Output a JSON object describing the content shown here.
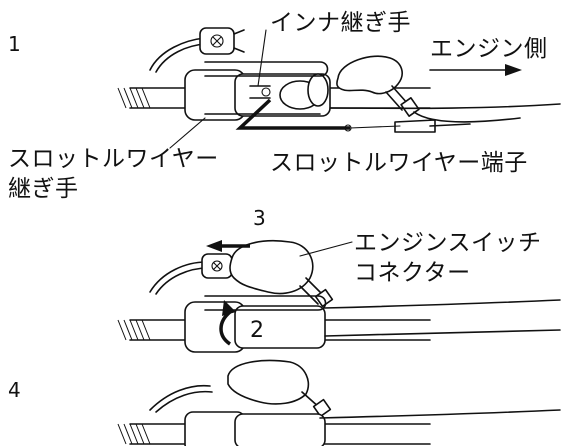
{
  "steps": {
    "step1": "1",
    "step2": "2",
    "step3": "3",
    "step4": "4"
  },
  "labels": {
    "inner_joint": "インナ継ぎ手",
    "engine_side": "エンジン側",
    "throttle_joint_line1": "スロットルワイヤー",
    "throttle_joint_line2": "継ぎ手",
    "throttle_terminal": "スロットルワイヤー端子",
    "engine_switch_line1": "エンジンスイッチ",
    "engine_switch_line2": "コネクター"
  }
}
